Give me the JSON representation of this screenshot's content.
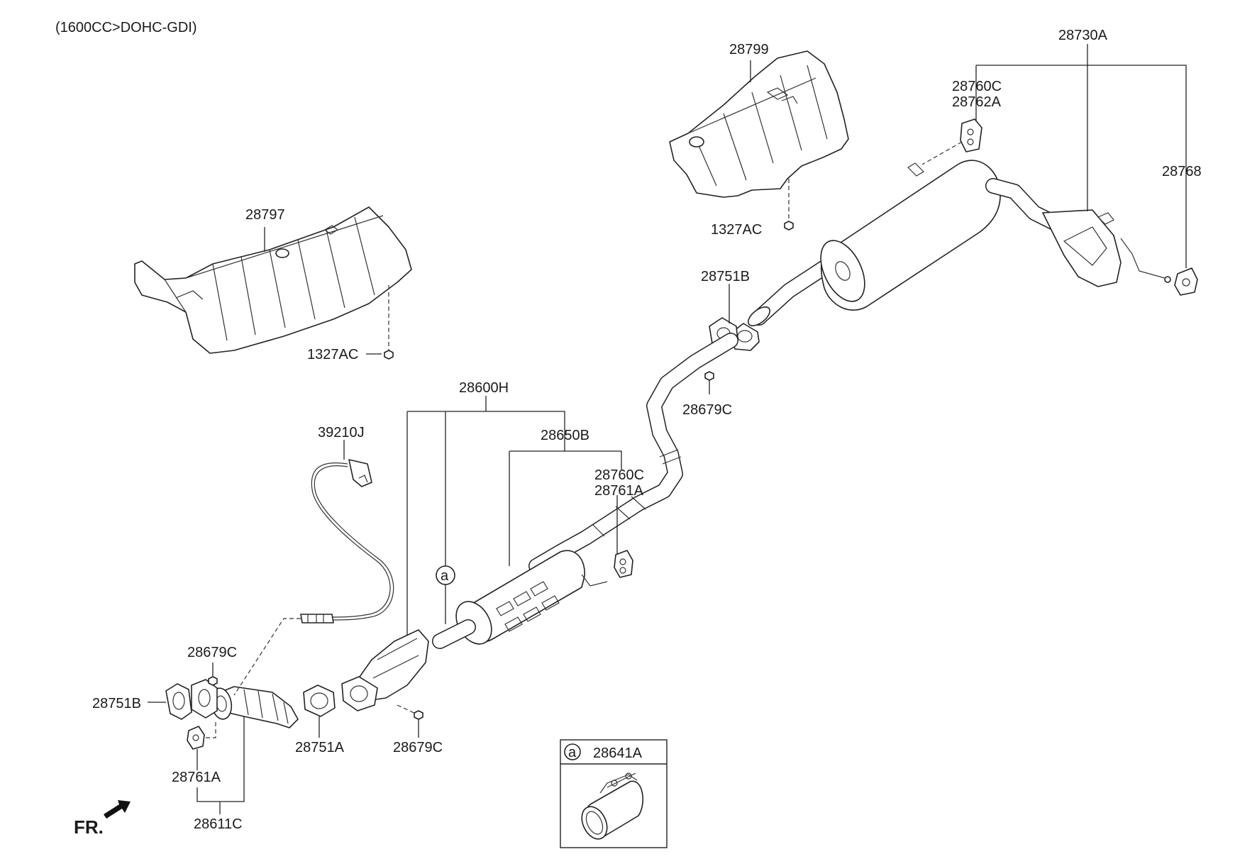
{
  "header": {
    "engine_spec": "(1600CC>DOHC-GDI)"
  },
  "labels": {
    "heat_protector_front": "28797",
    "bolt_front_shield": "1327AC",
    "heat_protector_center": "28799",
    "bolt_center_shield": "1327AC",
    "muffler_assy": "28730A",
    "hanger_a": "28760C",
    "hanger_b": "28762A",
    "hanger_rear": "28768",
    "gasket_mid": "28751B",
    "nut_mid": "28679C",
    "center_pipe": "28600H",
    "catalytic_center": "28650B",
    "hanger_mid_a": "28760C",
    "hanger_mid_b": "28761A",
    "oxygen_sensor": "39210J",
    "nut_front_top": "28679C",
    "gasket_front": "28751B",
    "hanger_front": "28761A",
    "front_pipe": "28611C",
    "gasket_cat": "28751A",
    "nut_cat": "28679C",
    "clamp_callout": "a",
    "clamp_box_letter": "a",
    "clamp_part": "28641A",
    "front_marker": "FR."
  }
}
